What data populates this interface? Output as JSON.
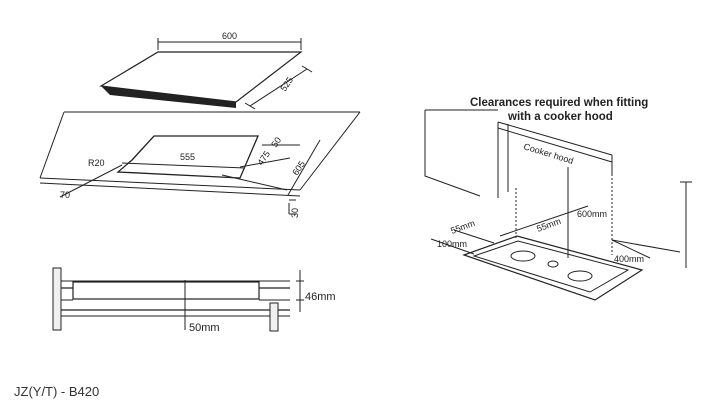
{
  "hob_top": {
    "width": "600",
    "depth": "525"
  },
  "cutout": {
    "width": "555",
    "depth": "475",
    "front_gap": "70",
    "rear_gap": "50",
    "worktop_depth": "605",
    "corner_radius": "R20",
    "worktop_thickness": "30"
  },
  "section": {
    "height": "46mm",
    "clearance": "50mm"
  },
  "hood": {
    "heading_line1": "Clearances required when fitting",
    "heading_line2": "with a cooker hood",
    "label": "Cooker hood",
    "side_clearance_left": "55mm",
    "side_clearance_right": "55mm",
    "rear_clearance": "100mm",
    "hood_height": "600mm",
    "wall_height": "400mm"
  },
  "model": "JZ(Y/T) - B420"
}
